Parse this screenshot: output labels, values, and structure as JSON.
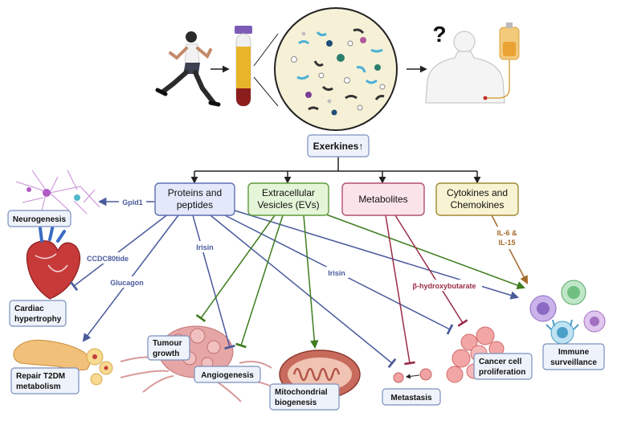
{
  "header": {
    "question_mark": "?"
  },
  "root": {
    "label": "Exerkines↑"
  },
  "categories": [
    {
      "id": "proteins",
      "line1": "Proteins and",
      "line2": "peptides"
    },
    {
      "id": "evs",
      "line1": "Extracellular",
      "line2": "Vesicles (EVs)"
    },
    {
      "id": "metabolites",
      "line1": "Metabolites",
      "line2": ""
    },
    {
      "id": "cytokines",
      "line1": "Cytokines and",
      "line2": "Chemokines"
    }
  ],
  "mediators": {
    "gpld1": "Gpld1",
    "ccdc80tide": "CCDC80tide",
    "glucagon": "Glucagon",
    "irisin_angio": "Irisin",
    "irisin_cancer": "Irisin",
    "bhb": "β-hydroxybutarate",
    "il_line1": "IL-6 &",
    "il_line2": "IL-15"
  },
  "outcomes": {
    "neurogenesis": "Neurogenesis",
    "cardiac_line1": "Cardiac",
    "cardiac_line2": "hypertrophy",
    "t2dm_line1": "Repair T2DM",
    "t2dm_line2": "metabolism",
    "tumour_line1": "Tumour",
    "tumour_line2": "growth",
    "angiogenesis": "Angiogenesis",
    "mito_line1": "Mitochondrial",
    "mito_line2": "biogenesis",
    "metastasis": "Metastasis",
    "cancer_line1": "Cancer cell",
    "cancer_line2": "proliferation",
    "immune_line1": "Immune",
    "immune_line2": "surveillance"
  },
  "colors": {
    "proteins_fill": "#e3e8fa",
    "proteins_stroke": "#5f6fb2",
    "proteins_line": "#4a5a9c",
    "evs_fill": "#e5f5d8",
    "evs_stroke": "#5f9a3f",
    "evs_line": "#3f7d1f",
    "metab_fill": "#fbe3ea",
    "metab_stroke": "#b0506c",
    "metab_line": "#9a2d48",
    "cyto_fill": "#f8f3d2",
    "cyto_stroke": "#a08a35",
    "cyto_line": "#a36a2c"
  }
}
